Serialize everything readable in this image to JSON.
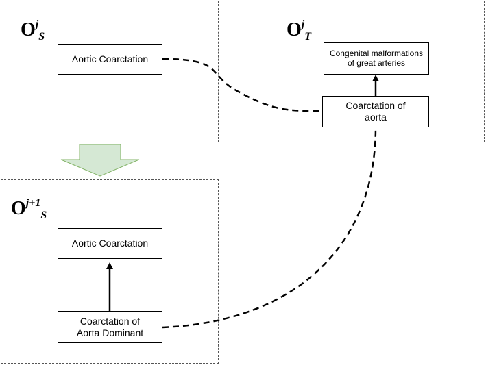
{
  "panels": {
    "source_j": {
      "label_base": "O",
      "label_sup": "j",
      "label_sub": "S",
      "node_label": "Aortic Coarctation"
    },
    "target_j": {
      "label_base": "O",
      "label_sup": "j",
      "label_sub": "T",
      "parent_label": "Congenital malformations of great arteries",
      "child_label": "Coarctation of aorta"
    },
    "source_j1": {
      "label_base": "O",
      "label_sup": "j+1",
      "label_sub": "S",
      "parent_label": "Aortic Coarctation",
      "child_label": "Coarctation of Aorta Dominant"
    }
  },
  "colors": {
    "arrow_fill": "#d5e8d4",
    "arrow_stroke": "#82b366",
    "line": "#000000",
    "panel_border": "#555555"
  }
}
